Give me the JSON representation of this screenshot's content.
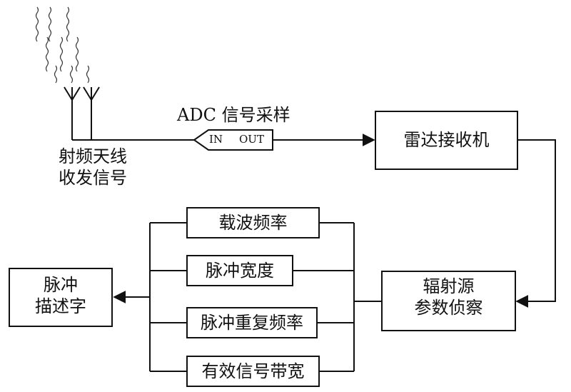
{
  "antenna": {
    "label_line1": "射频天线",
    "label_line2": "收发信号"
  },
  "adc": {
    "title": "ADC 信号采样",
    "in_label": "IN",
    "out_label": "OUT"
  },
  "receiver": {
    "label": "雷达接收机"
  },
  "reconnaissance": {
    "label_line1": "辐射源",
    "label_line2": "参数侦察"
  },
  "params": [
    {
      "label": "载波频率"
    },
    {
      "label": "脉冲宽度"
    },
    {
      "label": "脉冲重复频率"
    },
    {
      "label": "有效信号带宽"
    }
  ],
  "pdw": {
    "label_line1": "脉冲",
    "label_line2": "描述字"
  },
  "colors": {
    "line": "#111111",
    "background": "#ffffff",
    "wave": "#333333"
  }
}
